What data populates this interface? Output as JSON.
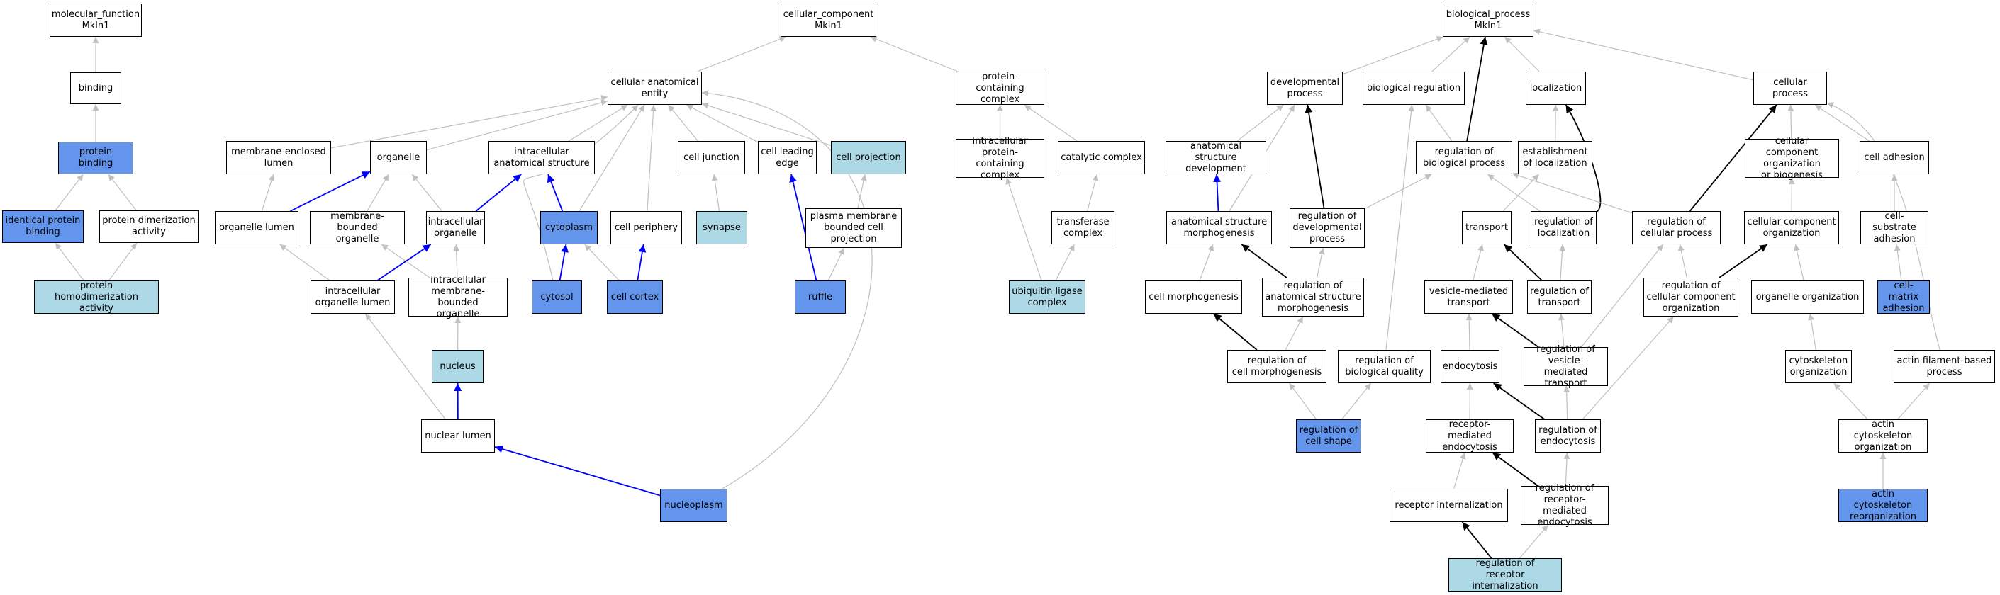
{
  "colors": {
    "plain": "#ffffff",
    "light": "#add8e6",
    "dark": "#6495ed",
    "edge_gray": "#c0c0c0",
    "edge_black": "#000000",
    "edge_blue": "#0000ff"
  },
  "nodes": {
    "mf": {
      "label": "molecular_function\nMkln1",
      "fill": "plain"
    },
    "binding": {
      "label": "binding",
      "fill": "plain"
    },
    "protein_binding": {
      "label": "protein binding",
      "fill": "dark"
    },
    "identical_protein_binding": {
      "label": "identical protein\nbinding",
      "fill": "dark"
    },
    "protein_dimerization": {
      "label": "protein dimerization\nactivity",
      "fill": "plain"
    },
    "protein_homodimerization": {
      "label": "protein homodimerization\nactivity",
      "fill": "light"
    },
    "cc": {
      "label": "cellular_component\nMkln1",
      "fill": "plain"
    },
    "cell_anatomical_entity": {
      "label": "cellular anatomical\nentity",
      "fill": "plain"
    },
    "protein_containing_complex": {
      "label": "protein-containing\ncomplex",
      "fill": "plain"
    },
    "membrane_enclosed_lumen": {
      "label": "membrane-enclosed\nlumen",
      "fill": "plain"
    },
    "organelle": {
      "label": "organelle",
      "fill": "plain"
    },
    "intracellular_anatomical_structure": {
      "label": "intracellular\nanatomical structure",
      "fill": "plain"
    },
    "cell_junction": {
      "label": "cell junction",
      "fill": "plain"
    },
    "cell_leading_edge": {
      "label": "cell leading\nedge",
      "fill": "plain"
    },
    "cell_projection": {
      "label": "cell projection",
      "fill": "light"
    },
    "intracellular_pcc": {
      "label": "intracellular\nprotein-containing\ncomplex",
      "fill": "plain"
    },
    "catalytic_complex": {
      "label": "catalytic complex",
      "fill": "plain"
    },
    "organelle_lumen": {
      "label": "organelle lumen",
      "fill": "plain"
    },
    "membrane_bounded_organelle": {
      "label": "membrane-bounded\norganelle",
      "fill": "plain"
    },
    "intracellular_organelle": {
      "label": "intracellular\norganelle",
      "fill": "plain"
    },
    "cytoplasm": {
      "label": "cytoplasm",
      "fill": "dark"
    },
    "cell_periphery": {
      "label": "cell periphery",
      "fill": "plain"
    },
    "synapse": {
      "label": "synapse",
      "fill": "light"
    },
    "plasma_membrane_bcp": {
      "label": "plasma membrane\nbounded cell\nprojection",
      "fill": "plain"
    },
    "transferase_complex": {
      "label": "transferase\ncomplex",
      "fill": "plain"
    },
    "intracellular_organelle_lumen": {
      "label": "intracellular\norganelle lumen",
      "fill": "plain"
    },
    "intracellular_mbo": {
      "label": "intracellular\nmembrane-bounded\norganelle",
      "fill": "plain"
    },
    "cytosol": {
      "label": "cytosol",
      "fill": "dark"
    },
    "cell_cortex": {
      "label": "cell cortex",
      "fill": "dark"
    },
    "ruffle": {
      "label": "ruffle",
      "fill": "dark"
    },
    "ubiquitin_ligase_complex": {
      "label": "ubiquitin ligase\ncomplex",
      "fill": "light"
    },
    "nucleus": {
      "label": "nucleus",
      "fill": "light"
    },
    "nuclear_lumen": {
      "label": "nuclear lumen",
      "fill": "plain"
    },
    "nucleoplasm": {
      "label": "nucleoplasm",
      "fill": "dark"
    },
    "bp": {
      "label": "biological_process\nMkln1",
      "fill": "plain"
    },
    "developmental_process": {
      "label": "developmental\nprocess",
      "fill": "plain"
    },
    "biological_regulation": {
      "label": "biological regulation",
      "fill": "plain"
    },
    "localization": {
      "label": "localization",
      "fill": "plain"
    },
    "cellular_process": {
      "label": "cellular process",
      "fill": "plain"
    },
    "anatomical_structure_development": {
      "label": "anatomical structure\ndevelopment",
      "fill": "plain"
    },
    "regulation_of_biological_process": {
      "label": "regulation of\nbiological process",
      "fill": "plain"
    },
    "establishment_of_localization": {
      "label": "establishment\nof localization",
      "fill": "plain"
    },
    "cellular_component_org_or_biogenesis": {
      "label": "cellular component\norganization\nor biogenesis",
      "fill": "plain"
    },
    "cell_adhesion": {
      "label": "cell adhesion",
      "fill": "plain"
    },
    "anatomical_structure_morphogenesis": {
      "label": "anatomical structure\nmorphogenesis",
      "fill": "plain"
    },
    "regulation_of_developmental_process": {
      "label": "regulation of\ndevelopmental\nprocess",
      "fill": "plain"
    },
    "transport": {
      "label": "transport",
      "fill": "plain"
    },
    "regulation_of_localization": {
      "label": "regulation of\nlocalization",
      "fill": "plain"
    },
    "regulation_of_cellular_process": {
      "label": "regulation of\ncellular process",
      "fill": "plain"
    },
    "cellular_component_organization": {
      "label": "cellular component\norganization",
      "fill": "plain"
    },
    "cell_substrate_adhesion": {
      "label": "cell-substrate\nadhesion",
      "fill": "plain"
    },
    "cell_morphogenesis": {
      "label": "cell morphogenesis",
      "fill": "plain"
    },
    "regulation_of_anatomical_structure_morphogenesis": {
      "label": "regulation of\nanatomical structure\nmorphogenesis",
      "fill": "plain"
    },
    "vesicle_mediated_transport": {
      "label": "vesicle-mediated\ntransport",
      "fill": "plain"
    },
    "regulation_of_transport": {
      "label": "regulation of\ntransport",
      "fill": "plain"
    },
    "regulation_of_cellular_component_organization": {
      "label": "regulation of\ncellular component\norganization",
      "fill": "plain"
    },
    "organelle_organization": {
      "label": "organelle organization",
      "fill": "plain"
    },
    "cell_matrix_adhesion": {
      "label": "cell-matrix\nadhesion",
      "fill": "dark"
    },
    "regulation_of_cell_morphogenesis": {
      "label": "regulation of\ncell morphogenesis",
      "fill": "plain"
    },
    "regulation_of_biological_quality": {
      "label": "regulation of\nbiological quality",
      "fill": "plain"
    },
    "endocytosis": {
      "label": "endocytosis",
      "fill": "plain"
    },
    "regulation_of_vesicle_mediated_transport": {
      "label": "regulation of\nvesicle-mediated\ntransport",
      "fill": "plain"
    },
    "cytoskeleton_organization": {
      "label": "cytoskeleton\norganization",
      "fill": "plain"
    },
    "actin_filament_based_process": {
      "label": "actin filament-based\nprocess",
      "fill": "plain"
    },
    "regulation_of_cell_shape": {
      "label": "regulation of\ncell shape",
      "fill": "dark"
    },
    "receptor_mediated_endocytosis": {
      "label": "receptor-mediated\nendocytosis",
      "fill": "plain"
    },
    "regulation_of_endocytosis": {
      "label": "regulation of\nendocytosis",
      "fill": "plain"
    },
    "actin_cytoskeleton_organization": {
      "label": "actin cytoskeleton\norganization",
      "fill": "plain"
    },
    "receptor_internalization": {
      "label": "receptor internalization",
      "fill": "plain"
    },
    "regulation_of_receptor_mediated_endocytosis": {
      "label": "regulation of\nreceptor-mediated\nendocytosis",
      "fill": "plain"
    },
    "actin_cytoskeleton_reorganization": {
      "label": "actin cytoskeleton\nreorganization",
      "fill": "dark"
    },
    "regulation_of_receptor_internalization": {
      "label": "regulation of\nreceptor internalization",
      "fill": "light"
    }
  },
  "edges": [
    {
      "from": "binding",
      "to": "mf",
      "kind": "is_a"
    },
    {
      "from": "protein_binding",
      "to": "binding",
      "kind": "is_a"
    },
    {
      "from": "identical_protein_binding",
      "to": "protein_binding",
      "kind": "is_a"
    },
    {
      "from": "protein_dimerization",
      "to": "protein_binding",
      "kind": "is_a"
    },
    {
      "from": "protein_homodimerization",
      "to": "identical_protein_binding",
      "kind": "is_a"
    },
    {
      "from": "protein_homodimerization",
      "to": "protein_dimerization",
      "kind": "is_a"
    },
    {
      "from": "cell_anatomical_entity",
      "to": "cc",
      "kind": "is_a"
    },
    {
      "from": "protein_containing_complex",
      "to": "cc",
      "kind": "is_a"
    },
    {
      "from": "membrane_enclosed_lumen",
      "to": "cell_anatomical_entity",
      "kind": "is_a"
    },
    {
      "from": "organelle",
      "to": "cell_anatomical_entity",
      "kind": "is_a"
    },
    {
      "from": "intracellular_anatomical_structure",
      "to": "cell_anatomical_entity",
      "kind": "is_a"
    },
    {
      "from": "cell_junction",
      "to": "cell_anatomical_entity",
      "kind": "is_a"
    },
    {
      "from": "cell_leading_edge",
      "to": "cell_anatomical_entity",
      "kind": "is_a"
    },
    {
      "from": "cell_projection",
      "to": "cell_anatomical_entity",
      "kind": "is_a"
    },
    {
      "from": "cytoplasm",
      "to": "cell_anatomical_entity",
      "kind": "is_a"
    },
    {
      "from": "cell_periphery",
      "to": "cell_anatomical_entity",
      "kind": "is_a"
    },
    {
      "from": "cytosol",
      "to": "cell_anatomical_entity",
      "kind": "is_a",
      "bend": [
        720,
        140,
        700,
        350
      ]
    },
    {
      "from": "nucleoplasm",
      "to": "cell_anatomical_entity",
      "kind": "is_a",
      "bend": [
        1310,
        520,
        1300,
        160
      ]
    },
    {
      "from": "intracellular_pcc",
      "to": "protein_containing_complex",
      "kind": "is_a"
    },
    {
      "from": "catalytic_complex",
      "to": "protein_containing_complex",
      "kind": "is_a"
    },
    {
      "from": "organelle_lumen",
      "to": "membrane_enclosed_lumen",
      "kind": "is_a"
    },
    {
      "from": "organelle_lumen",
      "to": "organelle",
      "kind": "part_of"
    },
    {
      "from": "membrane_bounded_organelle",
      "to": "organelle",
      "kind": "is_a"
    },
    {
      "from": "intracellular_organelle",
      "to": "organelle",
      "kind": "is_a"
    },
    {
      "from": "intracellular_organelle",
      "to": "intracellular_anatomical_structure",
      "kind": "part_of"
    },
    {
      "from": "cytoplasm",
      "to": "intracellular_anatomical_structure",
      "kind": "part_of"
    },
    {
      "from": "synapse",
      "to": "cell_junction",
      "kind": "is_a"
    },
    {
      "from": "ruffle",
      "to": "cell_leading_edge",
      "kind": "part_of"
    },
    {
      "from": "ruffle",
      "to": "plasma_membrane_bcp",
      "kind": "is_a"
    },
    {
      "from": "plasma_membrane_bcp",
      "to": "cell_projection",
      "kind": "is_a"
    },
    {
      "from": "transferase_complex",
      "to": "catalytic_complex",
      "kind": "is_a"
    },
    {
      "from": "ubiquitin_ligase_complex",
      "to": "transferase_complex",
      "kind": "is_a"
    },
    {
      "from": "ubiquitin_ligase_complex",
      "to": "intracellular_pcc",
      "kind": "is_a"
    },
    {
      "from": "intracellular_organelle_lumen",
      "to": "organelle_lumen",
      "kind": "is_a"
    },
    {
      "from": "intracellular_organelle_lumen",
      "to": "intracellular_organelle",
      "kind": "part_of"
    },
    {
      "from": "intracellular_mbo",
      "to": "membrane_bounded_organelle",
      "kind": "is_a"
    },
    {
      "from": "intracellular_mbo",
      "to": "intracellular_organelle",
      "kind": "is_a"
    },
    {
      "from": "cytosol",
      "to": "cytoplasm",
      "kind": "part_of"
    },
    {
      "from": "cell_cortex",
      "to": "cytoplasm",
      "kind": "is_a"
    },
    {
      "from": "cell_cortex",
      "to": "cell_periphery",
      "kind": "part_of"
    },
    {
      "from": "nucleus",
      "to": "intracellular_mbo",
      "kind": "is_a"
    },
    {
      "from": "nuclear_lumen",
      "to": "nucleus",
      "kind": "part_of"
    },
    {
      "from": "nuclear_lumen",
      "to": "intracellular_organelle_lumen",
      "kind": "is_a"
    },
    {
      "from": "nucleoplasm",
      "to": "nuclear_lumen",
      "kind": "part_of"
    },
    {
      "from": "developmental_process",
      "to": "bp",
      "kind": "is_a"
    },
    {
      "from": "biological_regulation",
      "to": "bp",
      "kind": "is_a"
    },
    {
      "from": "regulation_of_biological_process",
      "to": "bp",
      "kind": "regulates"
    },
    {
      "from": "localization",
      "to": "bp",
      "kind": "is_a"
    },
    {
      "from": "cellular_process",
      "to": "bp",
      "kind": "is_a"
    },
    {
      "from": "anatomical_structure_development",
      "to": "developmental_process",
      "kind": "is_a"
    },
    {
      "from": "regulation_of_biological_process",
      "to": "biological_regulation",
      "kind": "is_a"
    },
    {
      "from": "establishment_of_localization",
      "to": "localization",
      "kind": "is_a"
    },
    {
      "from": "cellular_component_org_or_biogenesis",
      "to": "cellular_process",
      "kind": "is_a"
    },
    {
      "from": "cell_adhesion",
      "to": "cellular_process",
      "kind": "is_a"
    },
    {
      "from": "anatomical_structure_morphogenesis",
      "to": "anatomical_structure_development",
      "kind": "part_of"
    },
    {
      "from": "anatomical_structure_morphogenesis",
      "to": "developmental_process",
      "kind": "is_a"
    },
    {
      "from": "regulation_of_developmental_process",
      "to": "developmental_process",
      "kind": "regulates"
    },
    {
      "from": "regulation_of_developmental_process",
      "to": "regulation_of_biological_process",
      "kind": "is_a"
    },
    {
      "from": "transport",
      "to": "establishment_of_localization",
      "kind": "is_a"
    },
    {
      "from": "regulation_of_localization",
      "to": "localization",
      "kind": "regulates",
      "bend": [
        2270,
        290,
        2240,
        200
      ]
    },
    {
      "from": "regulation_of_localization",
      "to": "regulation_of_biological_process",
      "kind": "is_a"
    },
    {
      "from": "regulation_of_cellular_process",
      "to": "cellular_process",
      "kind": "regulates"
    },
    {
      "from": "regulation_of_cellular_process",
      "to": "regulation_of_biological_process",
      "kind": "is_a"
    },
    {
      "from": "cellular_component_organization",
      "to": "cellular_component_org_or_biogenesis",
      "kind": "is_a"
    },
    {
      "from": "cell_substrate_adhesion",
      "to": "cell_adhesion",
      "kind": "is_a"
    },
    {
      "from": "cell_morphogenesis",
      "to": "anatomical_structure_morphogenesis",
      "kind": "is_a"
    },
    {
      "from": "regulation_of_anatomical_structure_morphogenesis",
      "to": "anatomical_structure_morphogenesis",
      "kind": "regulates"
    },
    {
      "from": "regulation_of_anatomical_structure_morphogenesis",
      "to": "regulation_of_developmental_process",
      "kind": "is_a"
    },
    {
      "from": "vesicle_mediated_transport",
      "to": "transport",
      "kind": "is_a"
    },
    {
      "from": "regulation_of_transport",
      "to": "transport",
      "kind": "regulates"
    },
    {
      "from": "regulation_of_transport",
      "to": "regulation_of_localization",
      "kind": "is_a"
    },
    {
      "from": "regulation_of_cellular_component_organization",
      "to": "cellular_component_organization",
      "kind": "regulates"
    },
    {
      "from": "regulation_of_cellular_component_organization",
      "to": "regulation_of_cellular_process",
      "kind": "is_a"
    },
    {
      "from": "organelle_organization",
      "to": "cellular_component_organization",
      "kind": "is_a"
    },
    {
      "from": "cell_matrix_adhesion",
      "to": "cell_substrate_adhesion",
      "kind": "is_a"
    },
    {
      "from": "regulation_of_cell_morphogenesis",
      "to": "cell_morphogenesis",
      "kind": "regulates"
    },
    {
      "from": "regulation_of_cell_morphogenesis",
      "to": "regulation_of_anatomical_structure_morphogenesis",
      "kind": "is_a"
    },
    {
      "from": "regulation_of_biological_quality",
      "to": "biological_regulation",
      "kind": "is_a"
    },
    {
      "from": "endocytosis",
      "to": "vesicle_mediated_transport",
      "kind": "is_a"
    },
    {
      "from": "regulation_of_vesicle_mediated_transport",
      "to": "vesicle_mediated_transport",
      "kind": "regulates"
    },
    {
      "from": "regulation_of_vesicle_mediated_transport",
      "to": "regulation_of_transport",
      "kind": "is_a"
    },
    {
      "from": "regulation_of_vesicle_mediated_transport",
      "to": "regulation_of_cellular_process",
      "kind": "is_a"
    },
    {
      "from": "cytoskeleton_organization",
      "to": "organelle_organization",
      "kind": "is_a"
    },
    {
      "from": "actin_filament_based_process",
      "to": "cellular_process",
      "kind": "is_a",
      "bend": [
        2700,
        360,
        2690,
        190
      ]
    },
    {
      "from": "regulation_of_cell_shape",
      "to": "regulation_of_cell_morphogenesis",
      "kind": "is_a"
    },
    {
      "from": "regulation_of_cell_shape",
      "to": "regulation_of_biological_quality",
      "kind": "is_a"
    },
    {
      "from": "receptor_mediated_endocytosis",
      "to": "endocytosis",
      "kind": "is_a"
    },
    {
      "from": "regulation_of_endocytosis",
      "to": "endocytosis",
      "kind": "regulates"
    },
    {
      "from": "regulation_of_endocytosis",
      "to": "regulation_of_vesicle_mediated_transport",
      "kind": "is_a"
    },
    {
      "from": "regulation_of_endocytosis",
      "to": "regulation_of_cellular_component_organization",
      "kind": "is_a"
    },
    {
      "from": "actin_cytoskeleton_organization",
      "to": "cytoskeleton_organization",
      "kind": "is_a"
    },
    {
      "from": "actin_cytoskeleton_organization",
      "to": "actin_filament_based_process",
      "kind": "is_a"
    },
    {
      "from": "receptor_internalization",
      "to": "receptor_mediated_endocytosis",
      "kind": "is_a"
    },
    {
      "from": "regulation_of_receptor_mediated_endocytosis",
      "to": "receptor_mediated_endocytosis",
      "kind": "regulates"
    },
    {
      "from": "regulation_of_receptor_mediated_endocytosis",
      "to": "regulation_of_endocytosis",
      "kind": "is_a"
    },
    {
      "from": "actin_cytoskeleton_reorganization",
      "to": "actin_cytoskeleton_organization",
      "kind": "is_a"
    },
    {
      "from": "regulation_of_receptor_internalization",
      "to": "receptor_internalization",
      "kind": "regulates"
    },
    {
      "from": "regulation_of_receptor_internalization",
      "to": "regulation_of_receptor_mediated_endocytosis",
      "kind": "is_a"
    }
  ]
}
